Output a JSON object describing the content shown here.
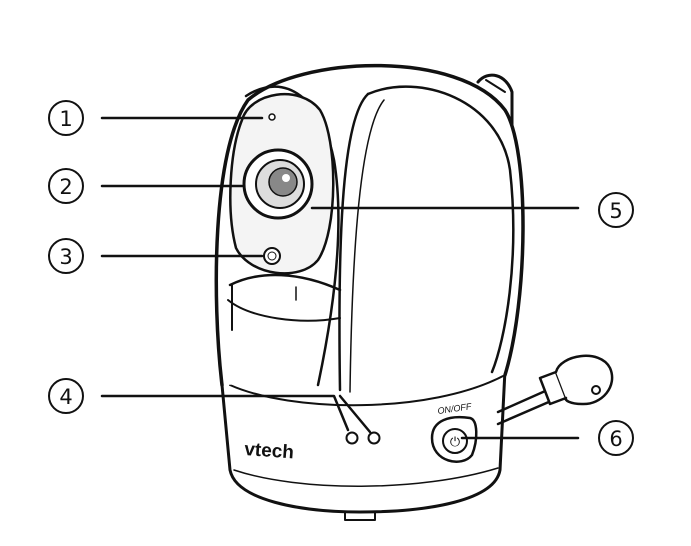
{
  "device": {
    "brand": "vtech",
    "power_switch_label": "ON/OFF",
    "power_symbol": "⏻"
  },
  "callouts": [
    {
      "number": "1"
    },
    {
      "number": "2"
    },
    {
      "number": "3"
    },
    {
      "number": "4"
    },
    {
      "number": "5"
    },
    {
      "number": "6"
    }
  ]
}
